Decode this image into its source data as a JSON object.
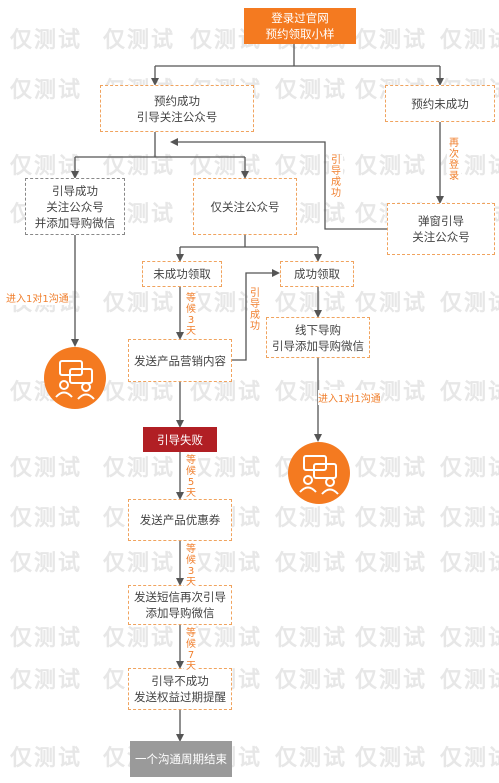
{
  "watermark": "仅测试",
  "nodes": {
    "start": [
      "登录过官网",
      "预约领取小样"
    ],
    "booked_success": [
      "预约成功",
      "引导关注公众号"
    ],
    "booked_fail": [
      "预约未成功"
    ],
    "guide_success": [
      "引导成功",
      "关注公众号",
      "并添加导购微信"
    ],
    "only_follow": [
      "仅关注公众号"
    ],
    "popup_guide": [
      "弹窗引导",
      "关注公众号"
    ],
    "not_claimed": [
      "未成功领取"
    ],
    "claimed": [
      "成功领取"
    ],
    "send_marketing": [
      "发送产品营销内容"
    ],
    "offline_guide": [
      "线下导购",
      "引导添加导购微信"
    ],
    "guide_failed": [
      "引导失败"
    ],
    "send_coupon": [
      "发送产品优惠券"
    ],
    "sms_guide": [
      "发送短信再次引导",
      "添加导购微信"
    ],
    "guide_not_success": [
      "引导不成功",
      "发送权益过期提醒"
    ],
    "cycle_end": [
      "一个沟通周期结束"
    ]
  },
  "edge_labels": {
    "relogin": "再次登录",
    "guide_success": "引导成功",
    "guide_success2": "引导成功",
    "enter_1v1_left": "进入1对1沟通",
    "enter_1v1_right": "进入1对1沟通",
    "wait3_a": "等候3天",
    "wait5": "等候5天",
    "wait3_b": "等候3天",
    "wait7": "等候7天"
  },
  "colors": {
    "accent": "#f47a20",
    "fail_red": "#b11f24",
    "end_gray": "#9a9a9a",
    "line": "#555555"
  }
}
